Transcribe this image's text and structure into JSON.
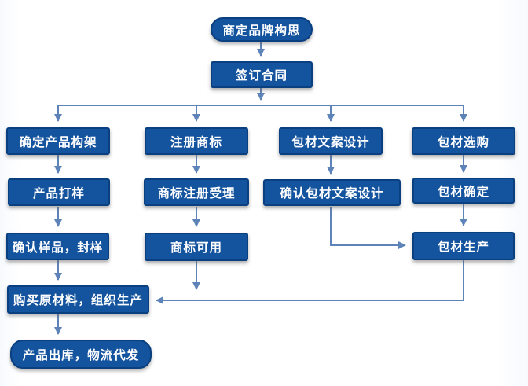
{
  "colors": {
    "node_fill": "#14539E",
    "node_border": "#0A3F80",
    "node_text": "#FFFFFF",
    "connector": "#5E83B8",
    "background": "#FFFFFF"
  },
  "nodes": {
    "brand_idea": {
      "label": "商定品牌构思"
    },
    "sign_contract": {
      "label": "签订合同"
    },
    "product_structure": {
      "label": "确定产品构架"
    },
    "register_trademark": {
      "label": "注册商标"
    },
    "packaging_copy_design": {
      "label": "包材文案设计"
    },
    "packaging_purchase": {
      "label": "包材选购"
    },
    "product_sampling": {
      "label": "产品打样"
    },
    "trademark_acceptance": {
      "label": "商标注册受理"
    },
    "confirm_packaging_copy": {
      "label": "确认包材文案设计"
    },
    "packaging_confirm": {
      "label": "包材确定"
    },
    "confirm_sample": {
      "label": "确认样品，封样"
    },
    "trademark_usable": {
      "label": "商标可用"
    },
    "packaging_production": {
      "label": "包材生产"
    },
    "buy_materials": {
      "label": "购买原材料，组织生产"
    },
    "product_shipping": {
      "label": "产品出库，物流代发"
    }
  },
  "edges": [
    {
      "from": "brand_idea",
      "to": "sign_contract"
    },
    {
      "from": "sign_contract",
      "to": "product_structure"
    },
    {
      "from": "sign_contract",
      "to": "register_trademark"
    },
    {
      "from": "sign_contract",
      "to": "packaging_copy_design"
    },
    {
      "from": "sign_contract",
      "to": "packaging_purchase"
    },
    {
      "from": "product_structure",
      "to": "product_sampling"
    },
    {
      "from": "register_trademark",
      "to": "trademark_acceptance"
    },
    {
      "from": "packaging_copy_design",
      "to": "confirm_packaging_copy"
    },
    {
      "from": "packaging_purchase",
      "to": "packaging_confirm"
    },
    {
      "from": "product_sampling",
      "to": "confirm_sample"
    },
    {
      "from": "trademark_acceptance",
      "to": "trademark_usable"
    },
    {
      "from": "confirm_packaging_copy",
      "to": "packaging_production"
    },
    {
      "from": "packaging_confirm",
      "to": "packaging_production"
    },
    {
      "from": "confirm_sample",
      "to": "buy_materials"
    },
    {
      "from": "trademark_usable",
      "to": "buy_materials"
    },
    {
      "from": "packaging_production",
      "to": "buy_materials"
    },
    {
      "from": "buy_materials",
      "to": "product_shipping"
    }
  ]
}
